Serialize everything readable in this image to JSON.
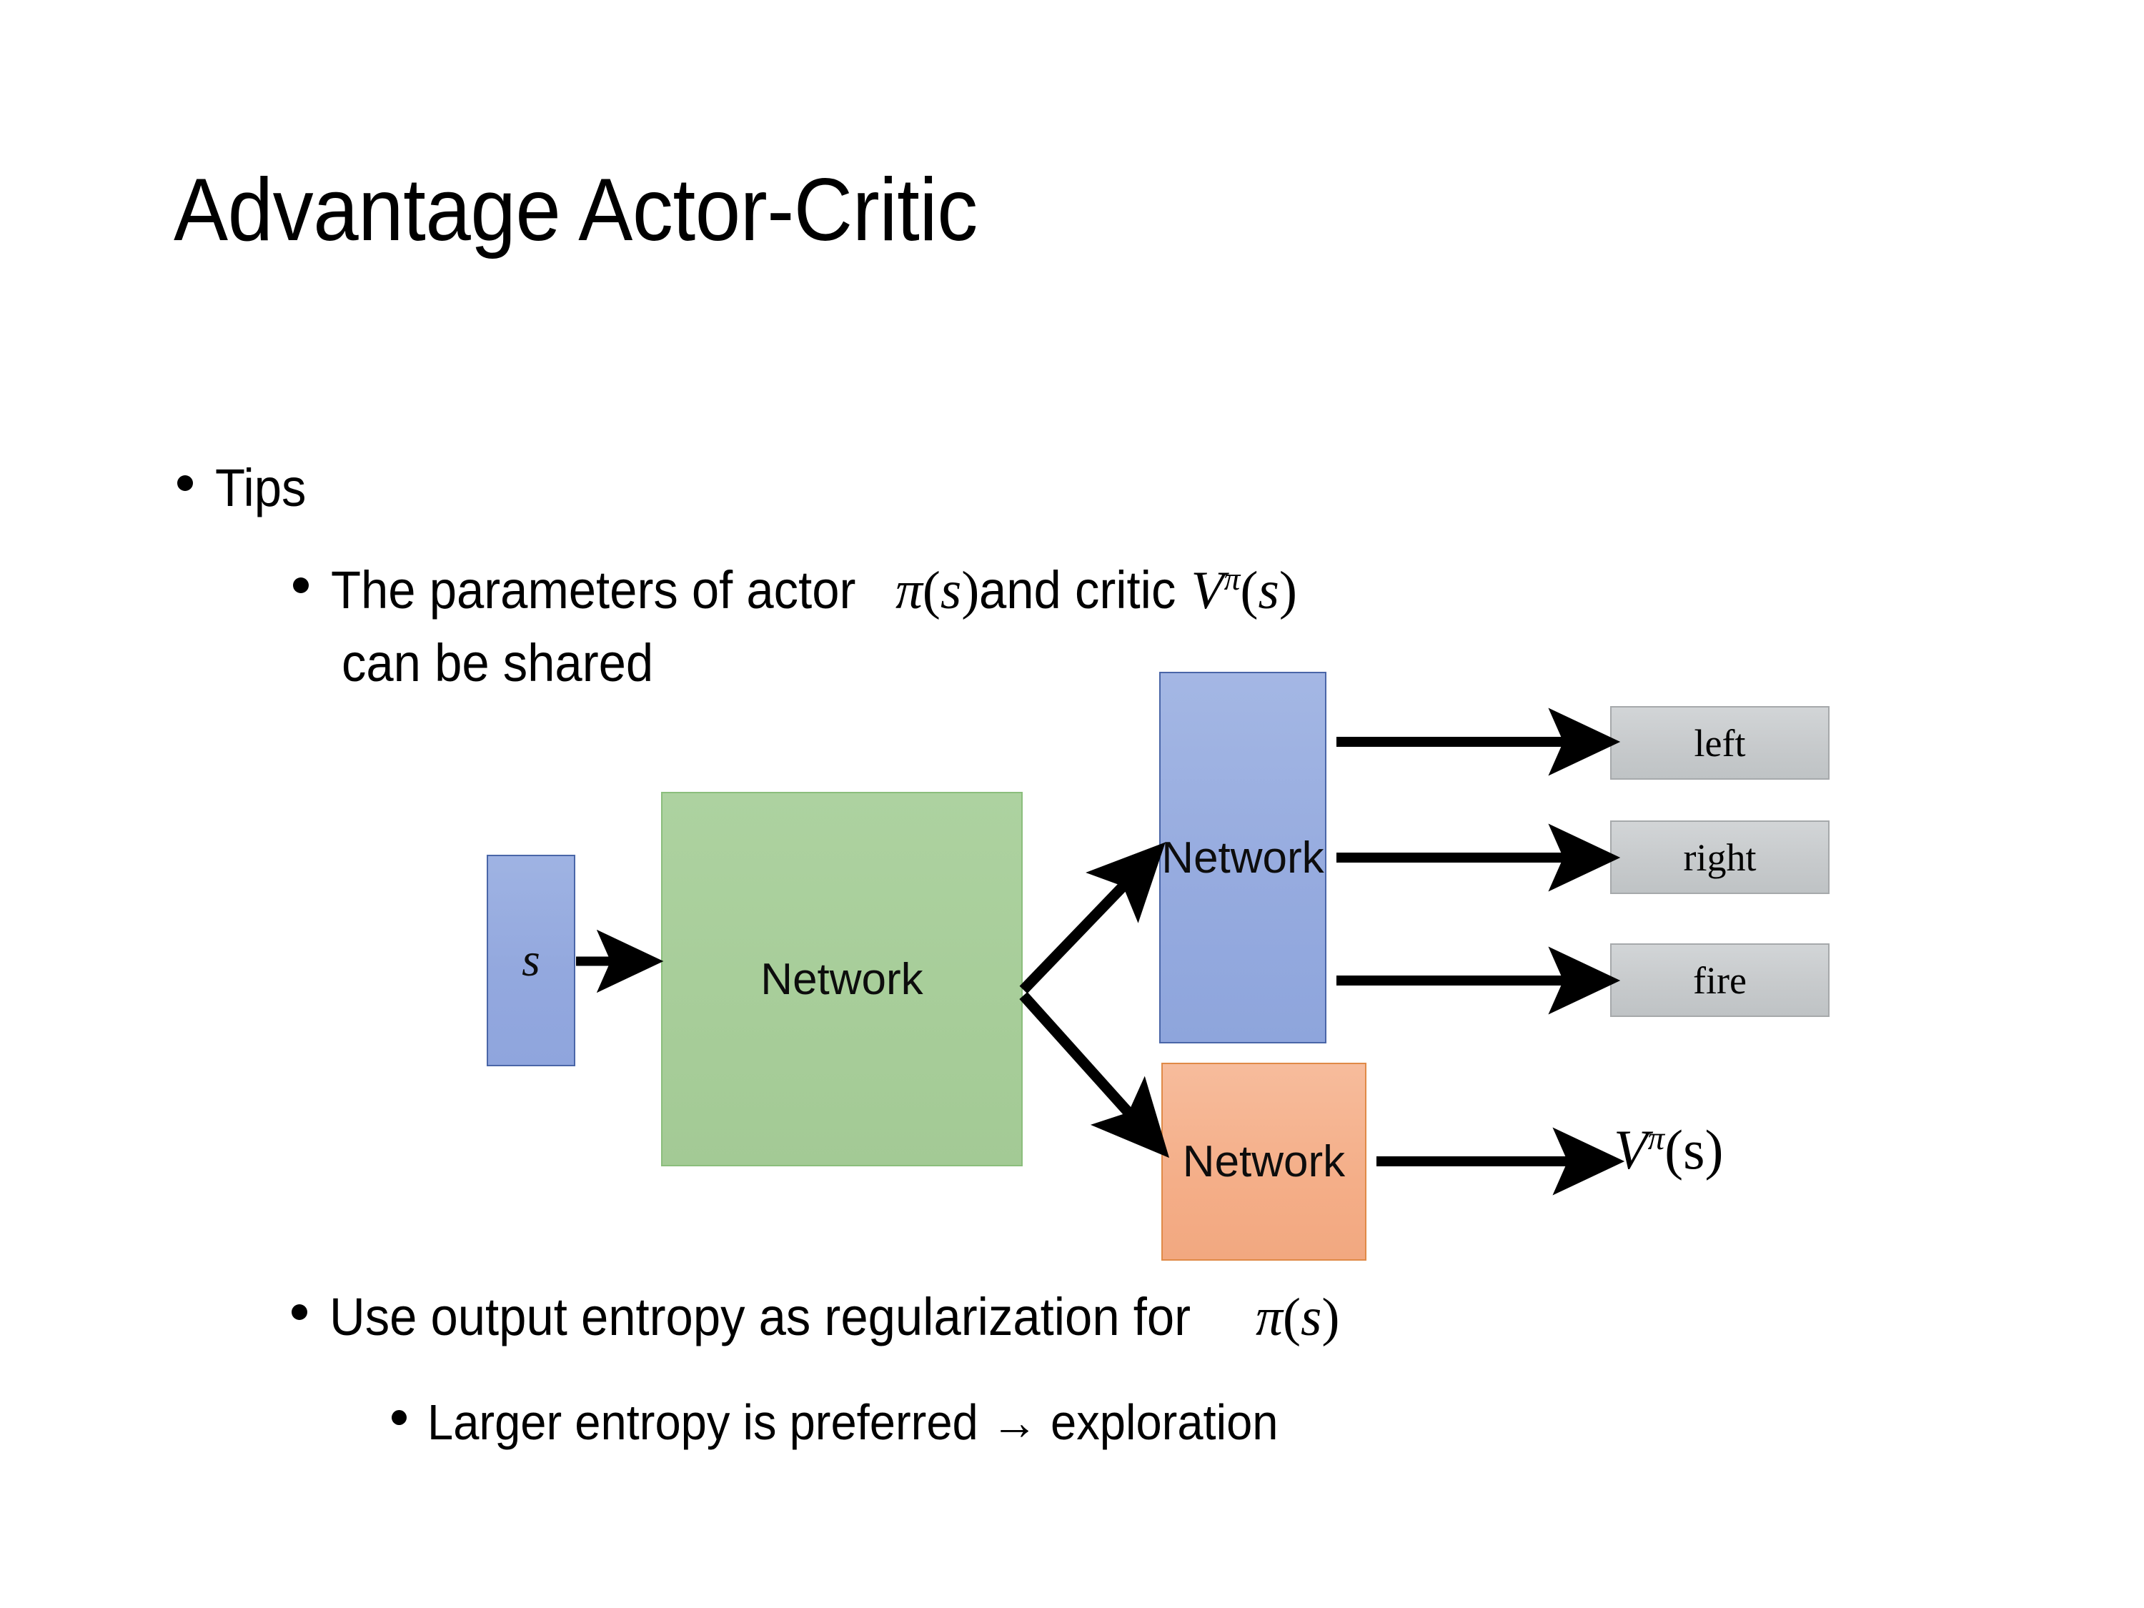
{
  "slide": {
    "title": "Advantage Actor-Critic",
    "bullets": [
      {
        "level": 1,
        "text": "Tips"
      },
      {
        "level": 2,
        "text_prefix": "The parameters of actor ",
        "math_actor": "π(s)",
        "text_mid": "  and critic ",
        "math_critic": "Vπ(s)",
        "text_line2": "can be shared"
      },
      {
        "level": 2,
        "text_prefix": "Use output entropy as regularization for ",
        "math_actor": "π(s)"
      },
      {
        "level": 3,
        "text": "Larger entropy is preferred → exploration"
      }
    ],
    "bullet_labels": {
      "tips": "Tips",
      "params_pre": "The parameters of actor ",
      "params_mid": "  and critic ",
      "params_line2": "can be shared",
      "entropy_pre": "Use output entropy as regularization for ",
      "larger": "Larger entropy is preferred → exploration"
    },
    "math": {
      "pi_open": "π",
      "paren_open": "(",
      "s": "s",
      "paren_close": ")",
      "V": "V",
      "pi_sup": "π"
    }
  },
  "diagram": {
    "state_box": {
      "label": "s",
      "fill": "#96ABDF",
      "border": "#4A66A8"
    },
    "shared_network": {
      "label": "Network",
      "fill": "#A7CD99",
      "border": "#8BBE7C"
    },
    "actor_network": {
      "label": "Network",
      "fill": "#96ABDF",
      "border": "#4A66A8"
    },
    "critic_network": {
      "label": "Network",
      "fill": "#F4AE88",
      "border": "#E08A47"
    },
    "action_outputs": [
      {
        "label": "left",
        "fill": "#C7CACC",
        "border": "#A6A9AB"
      },
      {
        "label": "right",
        "fill": "#C7CACC",
        "border": "#A6A9AB"
      },
      {
        "label": "fire",
        "fill": "#C7CACC",
        "border": "#A6A9AB"
      }
    ],
    "critic_output": {
      "V": "V",
      "pi_sup": "π",
      "arg": "(s)"
    },
    "arrow_color": "#000000"
  }
}
